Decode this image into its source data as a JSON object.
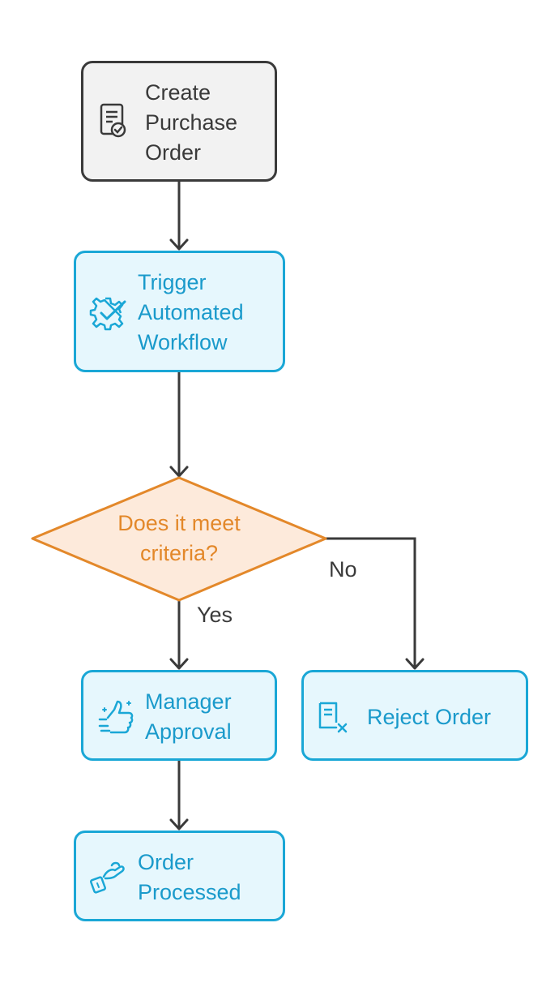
{
  "colors": {
    "start_border": "#3a3a3a",
    "step_border": "#1aa7d6",
    "step_fill": "#e6f7fd",
    "decision_border": "#e3882a",
    "decision_fill": "#fdeadb",
    "arrow": "#3a3a3a"
  },
  "nodes": {
    "create_po": {
      "label": "Create\nPurchase\nOrder",
      "icon": "document-check-icon"
    },
    "trigger_workflow": {
      "label": "Trigger\nAutomated\nWorkflow",
      "icon": "gear-check-icon"
    },
    "decision": {
      "label": "Does it meet\ncriteria?"
    },
    "manager_approval": {
      "label": "Manager\nApproval",
      "icon": "thumbs-up-icon"
    },
    "reject_order": {
      "label": "Reject Order",
      "icon": "document-x-icon"
    },
    "order_processed": {
      "label": "Order\nProcessed",
      "icon": "hand-package-icon"
    }
  },
  "edges": {
    "yes_label": "Yes",
    "no_label": "No"
  }
}
